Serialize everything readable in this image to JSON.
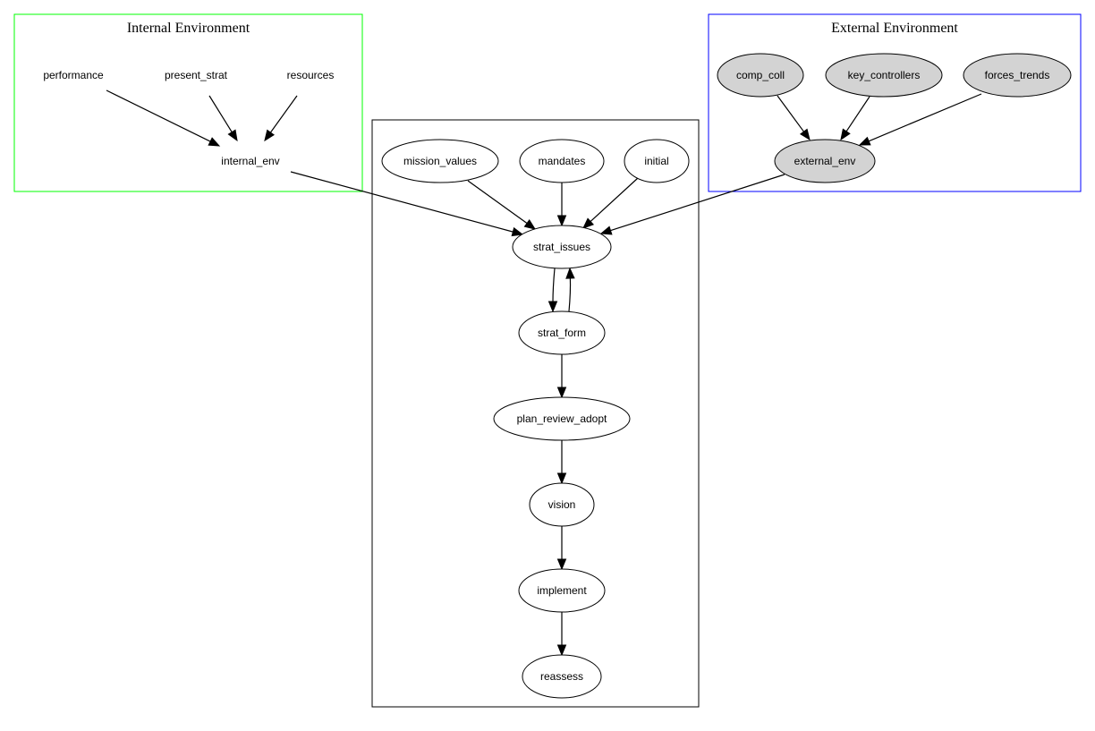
{
  "diagram": {
    "type": "directed-graph",
    "clusters": [
      {
        "id": "internal",
        "title": "Internal Environment",
        "border_color": "#00ff00"
      },
      {
        "id": "external",
        "title": "External Environment",
        "border_color": "#0000ff"
      },
      {
        "id": "main",
        "title": "",
        "border_color": "#000000"
      }
    ],
    "nodes": [
      {
        "id": "performance",
        "label": "performance",
        "cluster": "internal",
        "shape": "none",
        "fill": "#ffffff"
      },
      {
        "id": "present_strat",
        "label": "present_strat",
        "cluster": "internal",
        "shape": "none",
        "fill": "#ffffff"
      },
      {
        "id": "resources",
        "label": "resources",
        "cluster": "internal",
        "shape": "none",
        "fill": "#ffffff"
      },
      {
        "id": "internal_env",
        "label": "internal_env",
        "cluster": "internal",
        "shape": "none",
        "fill": "#ffffff"
      },
      {
        "id": "comp_coll",
        "label": "comp_coll",
        "cluster": "external",
        "shape": "ellipse",
        "fill": "#d3d3d3"
      },
      {
        "id": "key_controllers",
        "label": "key_controllers",
        "cluster": "external",
        "shape": "ellipse",
        "fill": "#d3d3d3"
      },
      {
        "id": "forces_trends",
        "label": "forces_trends",
        "cluster": "external",
        "shape": "ellipse",
        "fill": "#d3d3d3"
      },
      {
        "id": "external_env",
        "label": "external_env",
        "cluster": "external",
        "shape": "ellipse",
        "fill": "#d3d3d3"
      },
      {
        "id": "mission_values",
        "label": "mission_values",
        "cluster": "main",
        "shape": "ellipse",
        "fill": "#ffffff"
      },
      {
        "id": "mandates",
        "label": "mandates",
        "cluster": "main",
        "shape": "ellipse",
        "fill": "#ffffff"
      },
      {
        "id": "initial",
        "label": "initial",
        "cluster": "main",
        "shape": "ellipse",
        "fill": "#ffffff"
      },
      {
        "id": "strat_issues",
        "label": "strat_issues",
        "cluster": "main",
        "shape": "ellipse",
        "fill": "#ffffff"
      },
      {
        "id": "strat_form",
        "label": "strat_form",
        "cluster": "main",
        "shape": "ellipse",
        "fill": "#ffffff"
      },
      {
        "id": "plan_review_adopt",
        "label": "plan_review_adopt",
        "cluster": "main",
        "shape": "ellipse",
        "fill": "#ffffff"
      },
      {
        "id": "vision",
        "label": "vision",
        "cluster": "main",
        "shape": "ellipse",
        "fill": "#ffffff"
      },
      {
        "id": "implement",
        "label": "implement",
        "cluster": "main",
        "shape": "ellipse",
        "fill": "#ffffff"
      },
      {
        "id": "reassess",
        "label": "reassess",
        "cluster": "main",
        "shape": "ellipse",
        "fill": "#ffffff"
      }
    ],
    "edges": [
      {
        "from": "performance",
        "to": "internal_env"
      },
      {
        "from": "present_strat",
        "to": "internal_env"
      },
      {
        "from": "resources",
        "to": "internal_env"
      },
      {
        "from": "comp_coll",
        "to": "external_env"
      },
      {
        "from": "key_controllers",
        "to": "external_env"
      },
      {
        "from": "forces_trends",
        "to": "external_env"
      },
      {
        "from": "internal_env",
        "to": "strat_issues"
      },
      {
        "from": "mission_values",
        "to": "strat_issues"
      },
      {
        "from": "mandates",
        "to": "strat_issues"
      },
      {
        "from": "initial",
        "to": "strat_issues"
      },
      {
        "from": "external_env",
        "to": "strat_issues"
      },
      {
        "from": "strat_issues",
        "to": "strat_form"
      },
      {
        "from": "strat_form",
        "to": "strat_issues"
      },
      {
        "from": "strat_form",
        "to": "plan_review_adopt"
      },
      {
        "from": "plan_review_adopt",
        "to": "vision"
      },
      {
        "from": "vision",
        "to": "implement"
      },
      {
        "from": "implement",
        "to": "reassess"
      }
    ]
  }
}
